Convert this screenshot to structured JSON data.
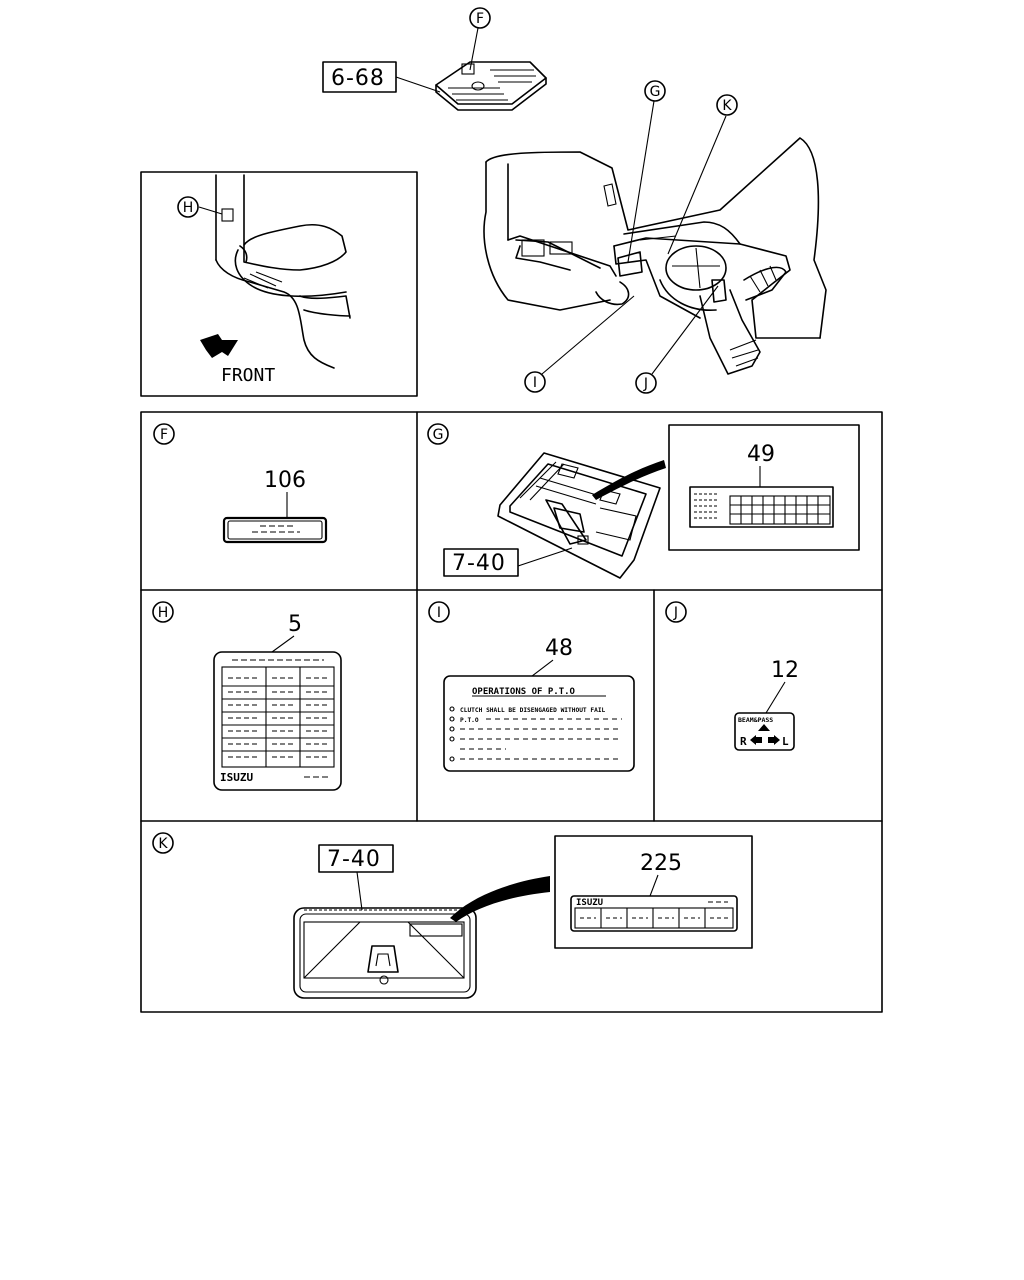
{
  "callouts": {
    "F": "F",
    "G": "G",
    "H": "H",
    "I": "I",
    "J": "J",
    "K": "K"
  },
  "refs": {
    "top_ref": "6-68",
    "g_ref": "7-40",
    "k_ref": "7-40"
  },
  "parts": {
    "f": "106",
    "g": "49",
    "h": "5",
    "i": "48",
    "j": "12",
    "k": "225"
  },
  "text": {
    "front": "FRONT",
    "isuzu_h": "ISUZU",
    "isuzu_k": "ISUZU",
    "pto_title": "OPERATIONS OF P.T.O",
    "pto_line1": "CLUTCH SHALL BE DISENGAGED WITHOUT FAIL",
    "pto_line2": "P.T.O",
    "j_top": "BEAM&PASS",
    "j_r": "R",
    "j_l": "L"
  }
}
